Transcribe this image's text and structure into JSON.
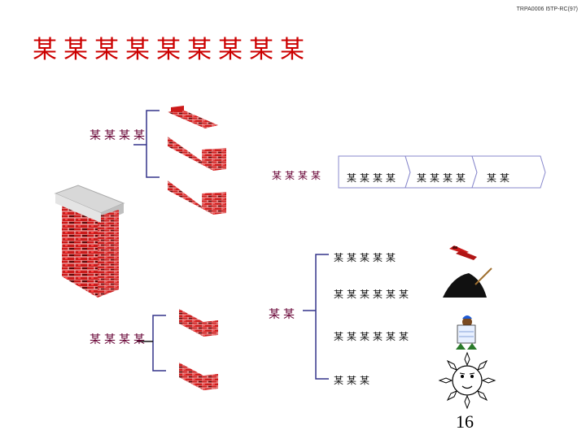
{
  "header": {
    "doc_id": "TRPA0006 I5TP-RC(97)"
  },
  "title": "某某某某某某某某某",
  "groups": {
    "upper": {
      "label": "某某某某"
    },
    "lower": {
      "label": "某某某某"
    }
  },
  "process": {
    "label": "某某某某",
    "steps": [
      "某某某某",
      "某某某某",
      "某某"
    ]
  },
  "resources": {
    "label": "某某",
    "items": [
      {
        "label": "某某某某某",
        "icon": "bricks-icon"
      },
      {
        "label": "某某某某某某",
        "icon": "dirt-pile-shovel-icon"
      },
      {
        "label": "某某某某某某",
        "icon": "worker-blueprint-icon"
      },
      {
        "label": "某某某",
        "icon": "sun-face-icon"
      }
    ]
  },
  "page_number": "16",
  "colors": {
    "title": "#cc0000",
    "label": "#660033",
    "bracket": "#33338a",
    "brick": "#cc1111",
    "chevron_border": "#8888cc"
  }
}
